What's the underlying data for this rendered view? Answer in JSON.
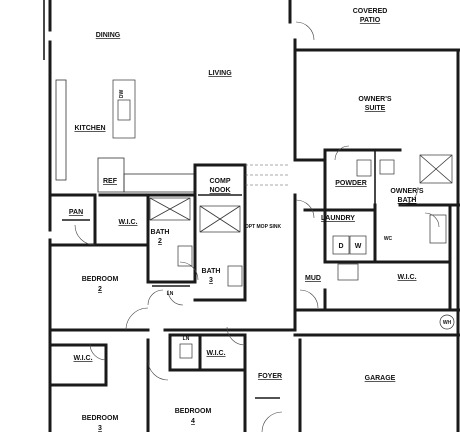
{
  "rooms": {
    "covered_patio_1": "COVERED",
    "covered_patio_2": "PATIO",
    "dining": "DINING",
    "living": "LIVING",
    "owners_suite_1": "OWNER'S",
    "owners_suite_2": "SUITE",
    "kitchen": "KITCHEN",
    "ref": "REF",
    "comp_nook_1": "COMP",
    "comp_nook_2": "NOOK",
    "powder": "POWDER",
    "owners_bath_1": "OWNER'S",
    "owners_bath_2": "BATH",
    "pan": "PAN",
    "wic_1": "W.I.C.",
    "bath2_1": "BATH",
    "bath2_2": "2",
    "laundry": "LAUNDRY",
    "opt_mop_sink": "OPT MOP SINK",
    "bedroom2_1": "BEDROOM",
    "bedroom2_2": "2",
    "bath3_1": "BATH",
    "bath3_2": "3",
    "wic_owner": "W.I.C.",
    "mud": "MUD",
    "wic_2": "W.I.C.",
    "wic_3": "W.I.C.",
    "foyer": "FOYER",
    "garage": "GARAGE",
    "bedroom3_1": "BEDROOM",
    "bedroom3_2": "3",
    "bedroom4_1": "BEDROOM",
    "bedroom4_2": "4"
  },
  "fixtures": {
    "dw": "DW",
    "dryer": "D",
    "washer": "W",
    "wc": "WC",
    "wh": "WH",
    "ln_1": "LN",
    "ln_2": "LN"
  }
}
